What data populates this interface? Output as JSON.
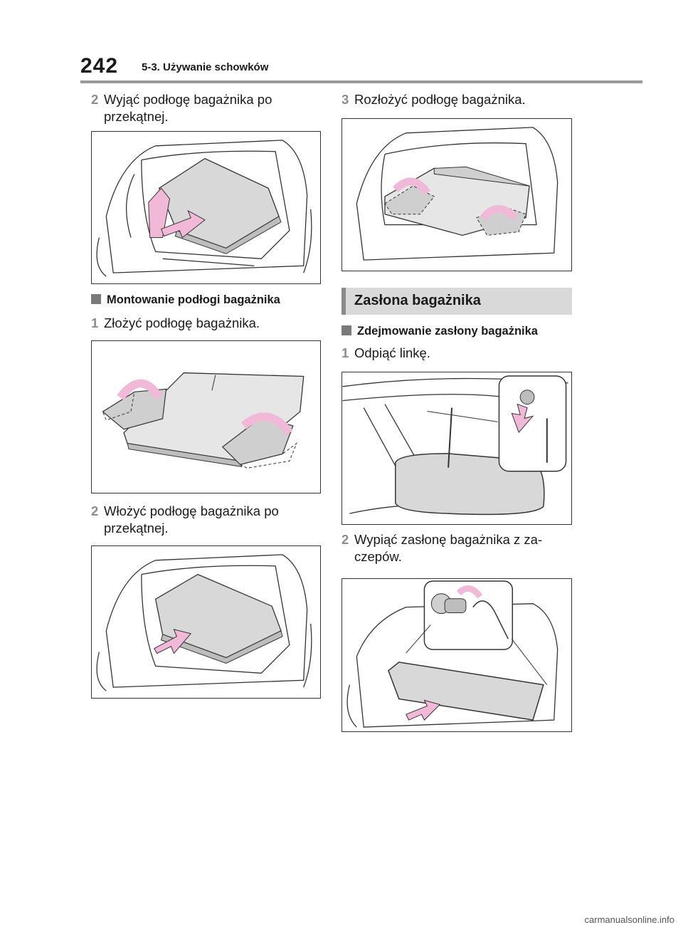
{
  "header": {
    "page_number": "242",
    "chapter": "5-3. Używanie schowków"
  },
  "left": {
    "step2a": {
      "num": "2",
      "text": "Wyjąć podłogę bagażnika po przekątnej."
    },
    "subhead_install": "Montowanie podłogi bagażnika",
    "step1": {
      "num": "1",
      "text": "Złożyć podłogę bagażnika."
    },
    "step2b": {
      "num": "2",
      "text": "Włożyć podłogę bagażnika po przekątnej."
    }
  },
  "right": {
    "step3": {
      "num": "3",
      "text": "Rozłożyć podłogę bagażnika."
    },
    "section_title": "Zasłona bagażnika",
    "subhead_remove": "Zdejmowanie zasłony bagażnika",
    "step1": {
      "num": "1",
      "text": "Odpiąć linkę."
    },
    "step2": {
      "num": "2",
      "text": "Wypiąć zasłonę bagażnika z za-czepów."
    }
  },
  "footer": {
    "site": "carmanualsonline.info"
  },
  "colors": {
    "arrow": "#f2b8d8",
    "panel": "#d8d8d8",
    "rule": "#9a9a9a"
  }
}
